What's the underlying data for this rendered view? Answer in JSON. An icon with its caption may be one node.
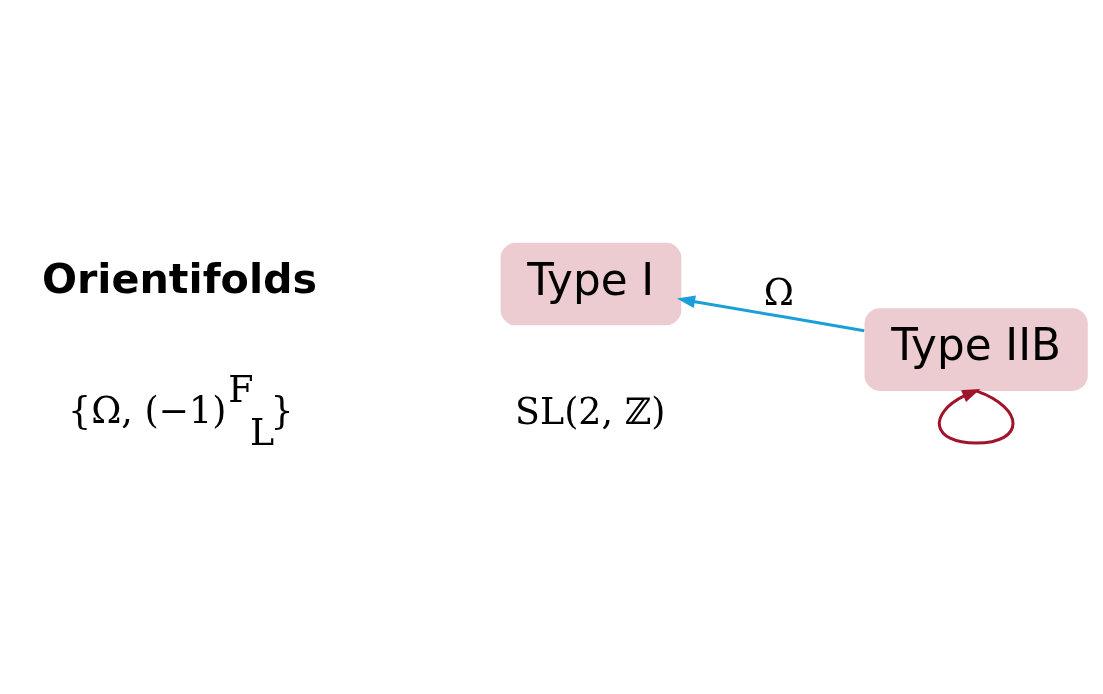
{
  "diagram": {
    "nodes": [
      {
        "text": [
          "Type IIB"
        ]
      },
      {
        "text": [
          "Type I"
        ]
      }
    ],
    "edges": [
      {
        "from": 0,
        "to": 1,
        "arrow": "to",
        "label": "Ω",
        "color": "#1a9fd9"
      },
      {
        "from": 0,
        "to": 0,
        "arrow": "to",
        "color": "#a0142a"
      }
    ],
    "labels": [
      "Orientifolds",
      "SL(2, ℤ)",
      "{Ω, (−1)$^{F}$$_{L}$}"
    ]
  }
}
